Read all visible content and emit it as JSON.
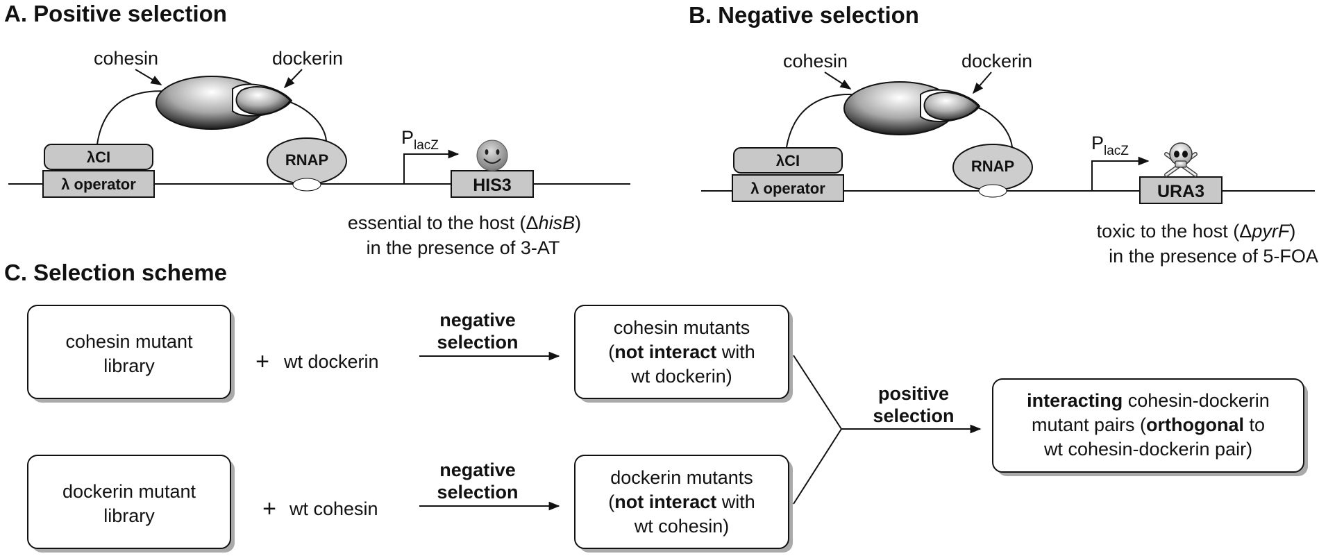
{
  "panelA": {
    "title": "A. Positive selection",
    "cohesin_label": "cohesin",
    "dockerin_label": "dockerin",
    "lambda_ci": "λCI",
    "operator": "λ operator",
    "rnap": "RNAP",
    "promoter_p": "P",
    "promoter_sub": "lacZ",
    "gene": "HIS3",
    "caption_line1_pre": "essential to the host (Δ",
    "caption_line1_ital": "hisB",
    "caption_line1_post": ")",
    "caption_line2": "in the presence of 3-AT",
    "icon": "smiley-icon"
  },
  "panelB": {
    "title": "B. Negative selection",
    "cohesin_label": "cohesin",
    "dockerin_label": "dockerin",
    "lambda_ci": "λCI",
    "operator": "λ operator",
    "rnap": "RNAP",
    "promoter_p": "P",
    "promoter_sub": "lacZ",
    "gene": "URA3",
    "caption_line1_pre": "toxic to the host (Δ",
    "caption_line1_ital": "pyrF",
    "caption_line1_post": ")",
    "caption_line2": "in the presence of 5-FOA",
    "icon": "skull-crossbones-icon"
  },
  "panelC": {
    "title": "C. Selection scheme",
    "box1_line1": "cohesin mutant",
    "box1_line2": "library",
    "box2_line1": "dockerin mutant",
    "box2_line2": "library",
    "plus": "+",
    "add1": "wt dockerin",
    "add2": "wt cohesin",
    "neg_line1": "negative",
    "neg_line2": "selection",
    "res1_line1": "cohesin mutants",
    "res1_line2_open": "(",
    "res1_line2_bold": "not interact",
    "res1_line2_rest": " with",
    "res1_line3": "wt dockerin)",
    "res2_line1": "dockerin mutants",
    "res2_line2_open": "(",
    "res2_line2_bold": "not interact",
    "res2_line2_rest": " with",
    "res2_line3": "wt cohesin)",
    "pos_line1": "positive",
    "pos_line2": "selection",
    "final_line1_bold": "interacting",
    "final_line1_rest": " cohesin-dockerin",
    "final_line2_pre": "mutant pairs (",
    "final_line2_bold": "orthogonal",
    "final_line2_post": " to",
    "final_line3": "wt cohesin-dockerin pair)"
  },
  "colors": {
    "box_fill": "#c8c8c8",
    "rnap_fill": "#cdcdcd",
    "stroke": "#111111",
    "shadow": "#aaaaaa"
  }
}
